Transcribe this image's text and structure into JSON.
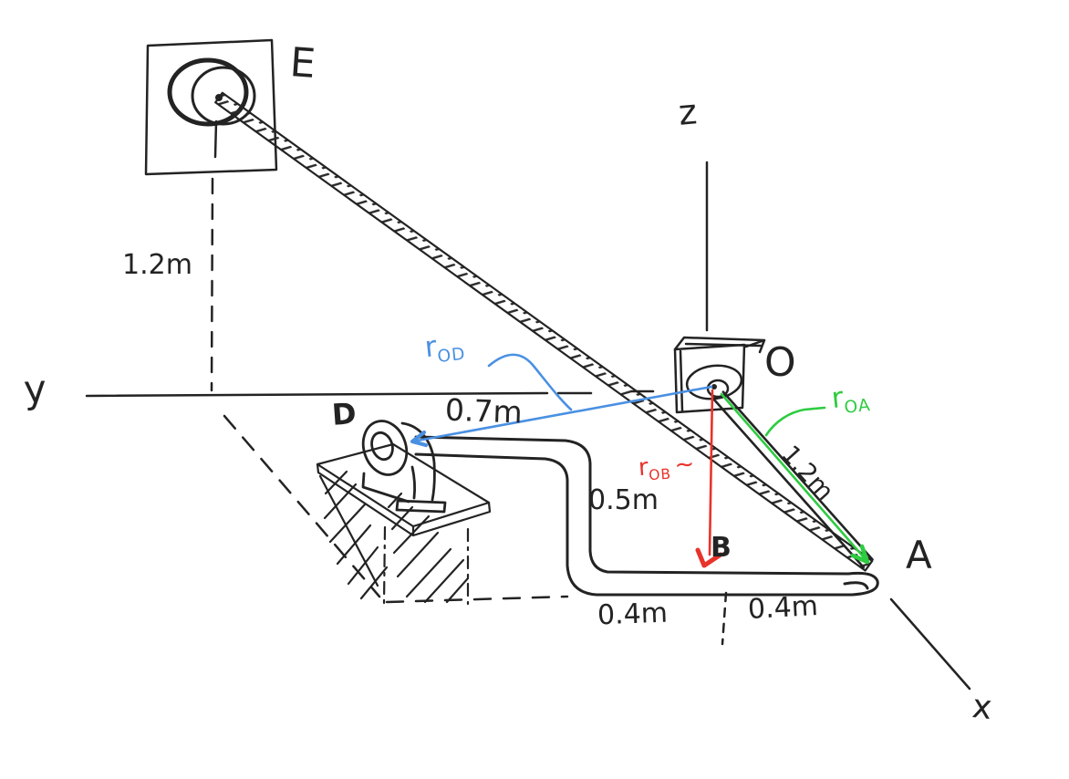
{
  "scene": {
    "description": "Hand-drawn statics diagram: pole OA with bent pipe ODBA, cable to pulley E, position vectors from O",
    "background": "#ffffff",
    "ink": "#232323"
  },
  "points": {
    "E": "E",
    "O": "O",
    "A": "A",
    "B": "B",
    "D": "D"
  },
  "axes": {
    "x": "x",
    "y": "y",
    "z": "z"
  },
  "dimensions": {
    "e_height": "1.2m",
    "od_span": "0.7m",
    "drop": "0.5m",
    "left_run": "0.4m",
    "right_run": "0.4m",
    "oa_length": "1.2m"
  },
  "vectors": {
    "r_od": {
      "symbol": "r",
      "subscript": "OD",
      "color": "#4a90e2"
    },
    "r_ob": {
      "symbol": "r",
      "subscript": "OB",
      "tilde": "~",
      "color": "#e8332a"
    },
    "r_oa": {
      "symbol": "r",
      "subscript": "OA",
      "color": "#2ecc40"
    }
  }
}
